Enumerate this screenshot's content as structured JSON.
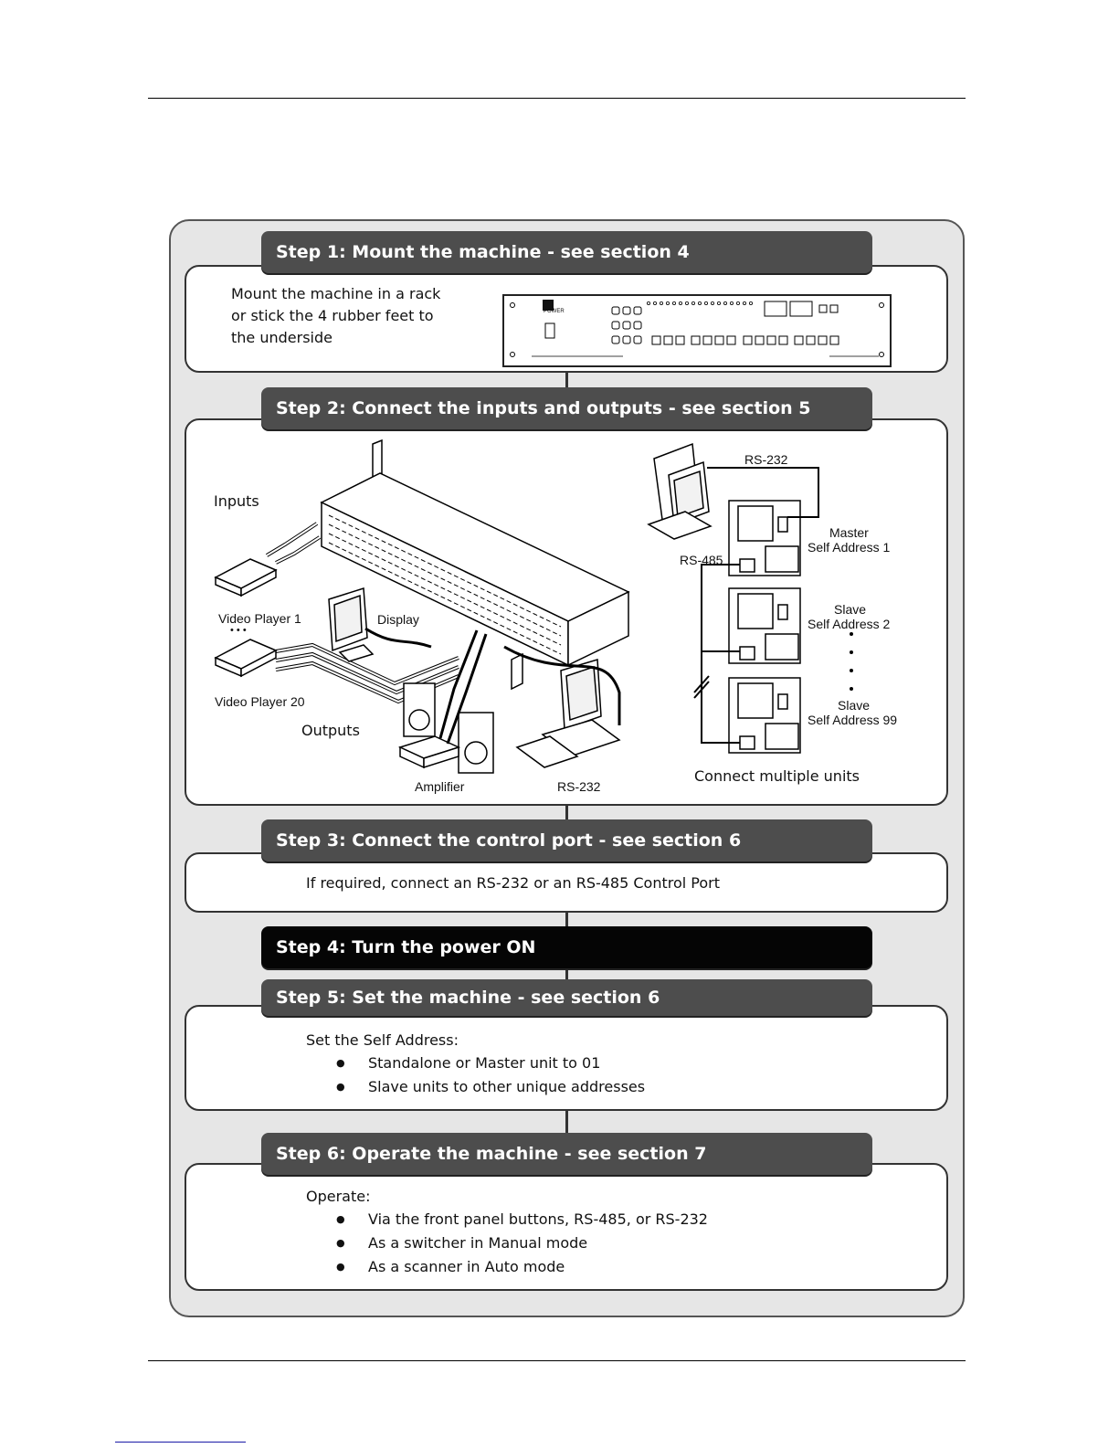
{
  "steps": [
    {
      "label": "Step 1: Mount the machine - see section 4",
      "text": "Mount the machine in a rack or stick the 4 rubber feet to the underside"
    },
    {
      "label": "Step 2: Connect the inputs and outputs - see section 5"
    },
    {
      "label": "Step 3: Connect the control port - see section 6",
      "text": "If required, connect an RS-232 or an RS-485 Control Port"
    },
    {
      "label": "Step 4: Turn the power ON"
    },
    {
      "label": "Step 5: Set the machine - see section 6",
      "intro": "Set the Self Address:",
      "bullets": [
        "Standalone or Master unit to 01",
        "Slave units to other unique addresses"
      ]
    },
    {
      "label": "Step 6: Operate the machine - see section 7",
      "intro": "Operate:",
      "bullets": [
        "Via the front panel buttons, RS-485, or RS-232",
        "As a switcher in Manual mode",
        "As a scanner in Auto mode"
      ]
    }
  ],
  "step1_text_lines": [
    "Mount the machine in a rack",
    "or stick the 4 rubber feet to",
    "the underside"
  ],
  "diagram": {
    "inputs": "Inputs",
    "video_player_1": "Video Player 1",
    "ellipsis": "• • •",
    "video_player_20": "Video Player 20",
    "display": "Display",
    "outputs": "Outputs",
    "amplifier": "Amplifier",
    "rs232_bottom": "RS-232",
    "rs232_top": "RS-232",
    "rs485": "RS-485",
    "master": "Master",
    "master_addr": "Self Address 1",
    "slave1": "Slave",
    "slave1_addr": "Self Address 2",
    "slave2": "Slave",
    "slave2_addr": "Self Address 99",
    "connect_multiple": "Connect multiple units"
  },
  "panel": {
    "power_label": "POWER"
  }
}
